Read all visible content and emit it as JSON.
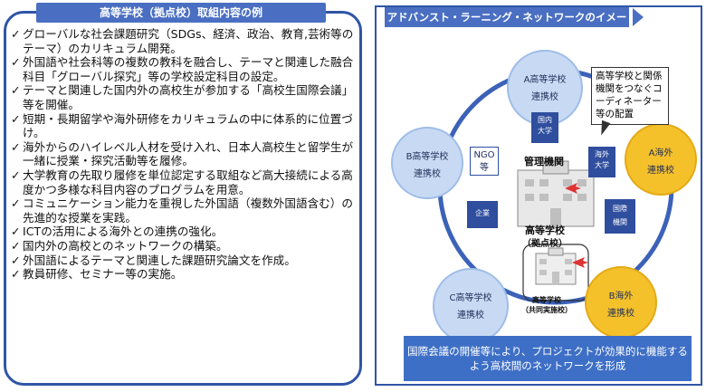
{
  "left_panel": {
    "title": "高等学校（拠点校）取組内容の例",
    "check_mark": "✓",
    "items": [
      "グローバルな社会課題研究（SDGs、経済、政治、教育,芸術等のテーマ）のカリキュラム開発。",
      "外国語や社会科等の複数の教科を融合し、テーマと関連した融合科目「グローバル探究」等の学校設定科目の設定。",
      "テーマと関連した国内外の高校生が参加する「高校生国際会議」等を開催。",
      "短期・長期留学や海外研修をカリキュラムの中に体系的に位置づけ。",
      "海外からのハイレベル人材を受け入れ、日本人高校生と留学生が一緒に授業・探究活動等を履修。",
      "大学教育の先取り履修を単位認定する取組など高大接続による高度かつ多様な科目内容のプログラムを用意。",
      "コミュニケーション能力を重視した外国語（複数外国語含む）の先進的な授業を実践。",
      "ICTの活用による海外との連携の強化。",
      "国内外の高校とのネットワークの構築。",
      "外国語によるテーマと関連した課題研究論文を作成。",
      "教員研修、セミナー等の実施。"
    ]
  },
  "right_panel": {
    "title": "アドバンスト・ラーニング・ネットワークのイメージ",
    "nodes": {
      "a_school": {
        "line1": "A高等学校",
        "line2": "連携校"
      },
      "b_school": {
        "line1": "B高等学校",
        "line2": "連携校"
      },
      "c_school": {
        "line1": "C高等学校",
        "line2": "連携校"
      },
      "a_overseas": {
        "line1": "A海外",
        "line2": "連携校"
      },
      "b_overseas": {
        "line1": "B海外",
        "line2": "連携校"
      }
    },
    "hubs": {
      "domestic_univ": "国内\n大学",
      "overseas_univ": "海外\n大学",
      "company": "企業",
      "intl_org": "国際\n機関"
    },
    "ngo": "NGO\n等",
    "admin_label": "管理機関",
    "center_label_1": "高等学校",
    "center_label_2": "（拠点校）",
    "joint_label_1": "高等学校",
    "joint_label_2": "（共同実施校）",
    "callout": "高等学校と関係機関をつなぐコーディネーター等の配置",
    "banner": "国際会議の開催等により、プロジェクトが効果的に機能するよう高校間のネットワークを形成"
  },
  "colors": {
    "panel_blue": "#2f55a6",
    "title_blue": "#4a6fc2",
    "node_blue": "#c8daf3",
    "node_gold": "#f4c12b",
    "hub_navy": "#2f4e9e",
    "banner_blue": "#3e6fc6"
  }
}
